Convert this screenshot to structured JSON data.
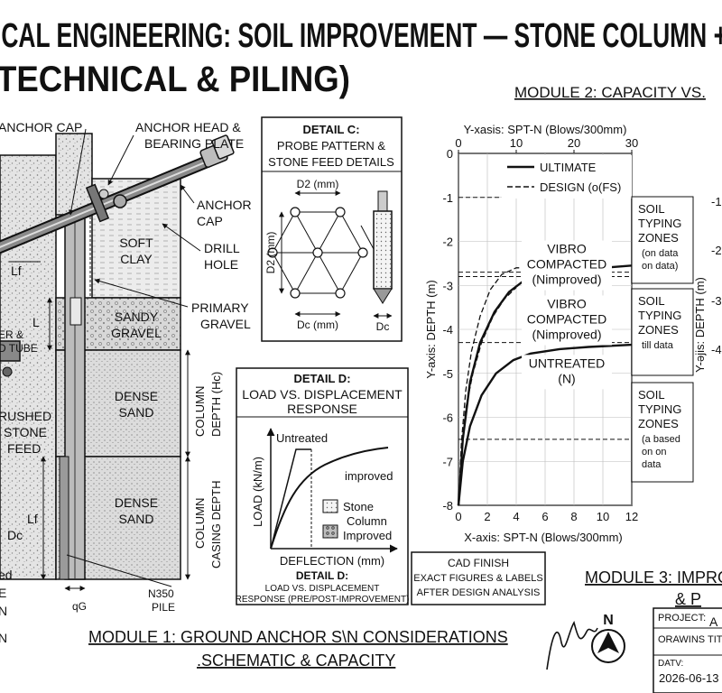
{
  "title": {
    "line1": "ICAL ENGINEERING: SOIL IMPROVEMENT — STONE COLUMN +",
    "line2": "TECHNICAL & PILING)"
  },
  "module1": {
    "title_line1": "MODULE 1: GROUND ANCHOR S\\N CONSIDERATIONS",
    "title_line2": ".SCHEMATIC & CAPACITY",
    "labels": {
      "anchor_cap_top": "ANCHOR CAP",
      "anchor_head_1": "ANCHOR HEAD &",
      "anchor_head_2": "BEARING PLATE",
      "anchor_cap_1": "ANCHOR",
      "anchor_cap_2": "CAP",
      "drill_1": "DRILL",
      "drill_2": "HOLE",
      "primary_1": "PRIMARY",
      "primary_2": "GRAVEL",
      "lf_1": "Lf",
      "l": "L",
      "lf_2": "Lf",
      "dc": "Dc",
      "qg": "qG",
      "col_depth_1": "COLUMN",
      "col_depth_2": "DEPTH (Hc)",
      "casing_1": "COLUMN",
      "casing_2": "CASING DEPTH",
      "n350_1": "N350",
      "n350_2": "PILE",
      "left_tube_1": "ER &",
      "left_tube_2": "D TUBE",
      "crushed_1": "RUSHED",
      "crushed_2": "STONE",
      "crushed_3": "FEED",
      "left_frag_1": "ed",
      "left_frag_2": "E",
      "left_frag_3": "N",
      "left_frag_4": "N"
    },
    "layers": [
      {
        "line1": "SOFT",
        "line2": "CLAY"
      },
      {
        "line1": "SANDY",
        "line2": "GRAVEL"
      },
      {
        "line1": "DENSE",
        "line2": "SAND"
      },
      {
        "line1": "DENSE",
        "line2": "SAND"
      }
    ]
  },
  "detail_c": {
    "title_1": "DETAIL C:",
    "title_2": "PROBE PATTERN &",
    "title_3": "STONE FEED DETAILS",
    "d2_top": "D2 (mm)",
    "d2_side": "D2 (mm)",
    "dc_bottom": "Dc (mm)",
    "dc_right": "Dc"
  },
  "detail_d": {
    "title_1": "DETAIL D:",
    "title_2": "LOAD VS. DISPLACEMENT",
    "title_3": "RESPONSE",
    "untreated": "Untreated",
    "improved": "improved",
    "ylabel": "LOAD (kN/m)",
    "xlabel": "DEFLECTION (mm)",
    "legend_1": "Stone",
    "legend_2": "Column",
    "legend_3": "Improved",
    "sub_1": "DETAIL D:",
    "sub_2": "LOAD VS. DISPLACEMENT",
    "sub_3": "RESPONSE (PRE/POST-IMPROVEMENT)"
  },
  "cad_note": {
    "line1": "CAD FINISH",
    "line2": "EXACT FIGURES & LABELS",
    "line3": "AFTER DESIGN ANALYSIS"
  },
  "module2": {
    "title": "MODULE 2: CAPACITY VS."
  },
  "chart_data": {
    "type": "line",
    "top_axis_label": "Y-xasis: SPT-N (Blows/300mm)",
    "top_ticks": [
      "0",
      "10",
      "20",
      "30"
    ],
    "xlabel": "X-axis: SPT-N (Blows/300mm)",
    "ylabel": "Y-axis: DEPTH (m)",
    "xlim": [
      0,
      12
    ],
    "ylim": [
      -8,
      0
    ],
    "x_ticks": [
      "0",
      "2",
      "4",
      "6",
      "8",
      "10",
      "12"
    ],
    "y_ticks": [
      "0",
      "-1",
      "-2",
      "-3",
      "-4",
      "-5",
      "-6",
      "-7",
      "-8"
    ],
    "legend": [
      {
        "label": "ULTIMATE",
        "style": "solid"
      },
      {
        "label": "DESIGN (o(FS)",
        "style": "dashed"
      }
    ],
    "series": [
      {
        "style": "solid",
        "points": [
          [
            0,
            -8
          ],
          [
            0.3,
            -6.5
          ],
          [
            0.8,
            -5.2
          ],
          [
            1.5,
            -4.3
          ],
          [
            2.5,
            -3.6
          ],
          [
            3.5,
            -3.15
          ],
          [
            4.5,
            -2.9
          ],
          [
            6,
            -2.75
          ],
          [
            8,
            -2.65
          ],
          [
            10,
            -2.6
          ],
          [
            12,
            -2.55
          ]
        ]
      },
      {
        "style": "dashed",
        "points": [
          [
            0,
            -8
          ],
          [
            0.2,
            -6.6
          ],
          [
            0.5,
            -5.4
          ],
          [
            0.9,
            -4.5
          ],
          [
            1.5,
            -3.7
          ],
          [
            2.2,
            -3.1
          ],
          [
            3,
            -2.75
          ],
          [
            4,
            -2.6
          ],
          [
            5,
            -2.6
          ],
          [
            6,
            -2.7
          ]
        ]
      },
      {
        "style": "solid",
        "points": [
          [
            0,
            -8
          ],
          [
            0.3,
            -7
          ],
          [
            0.8,
            -6.2
          ],
          [
            1.6,
            -5.5
          ],
          [
            2.6,
            -5
          ],
          [
            3.8,
            -4.7
          ],
          [
            5,
            -4.55
          ],
          [
            7,
            -4.45
          ],
          [
            9,
            -4.4
          ],
          [
            12,
            -4.35
          ]
        ]
      },
      {
        "style": "dashed",
        "points": [
          [
            0,
            -8
          ],
          [
            0.2,
            -6.8
          ],
          [
            0.5,
            -5.8
          ],
          [
            1,
            -5
          ],
          [
            1.6,
            -4.3
          ],
          [
            2.4,
            -3.7
          ],
          [
            3.2,
            -3.3
          ],
          [
            4,
            -3.05
          ]
        ]
      }
    ],
    "annotations": [
      {
        "lines": [
          "VIBRO",
          "COMPACTED",
          "(Nimproved)"
        ],
        "x": 7.5,
        "y": -2.35
      },
      {
        "lines": [
          "VIBRO",
          "COMPACTED",
          "(Nimproved)"
        ],
        "x": 7.5,
        "y": -3.6
      },
      {
        "lines": [
          "UNTREATED",
          "(N)"
        ],
        "x": 7.5,
        "y": -4.95
      }
    ],
    "zones": [
      {
        "lines": [
          "SOIL",
          "TYPING",
          "ZONES",
          "(on data",
          "on data)"
        ]
      },
      {
        "lines": [
          "SOIL",
          "TYPING",
          "ZONES",
          "till data"
        ]
      },
      {
        "lines": [
          "SOIL",
          "TYPING",
          "ZONES",
          "(a based",
          "on on",
          "data"
        ]
      }
    ],
    "dashed_depths": [
      -1,
      -2.7,
      -2.8,
      -4.3,
      -6.5
    ]
  },
  "right_partial": {
    "ylabel": "Y-əjis: DEPTH (m)",
    "ticks": [
      "-1",
      "-2",
      "-3",
      "-4"
    ]
  },
  "module3": {
    "title_1": "MODULE 3: IMPRO",
    "title_2": "& P"
  },
  "north": {
    "label": "N"
  },
  "titleblock": {
    "project_label": "PROJECT:",
    "project_value": "A",
    "drawing_label": "ORAWINS TITLE",
    "date_label": "DATV:",
    "date_value": "2026-06-13"
  }
}
